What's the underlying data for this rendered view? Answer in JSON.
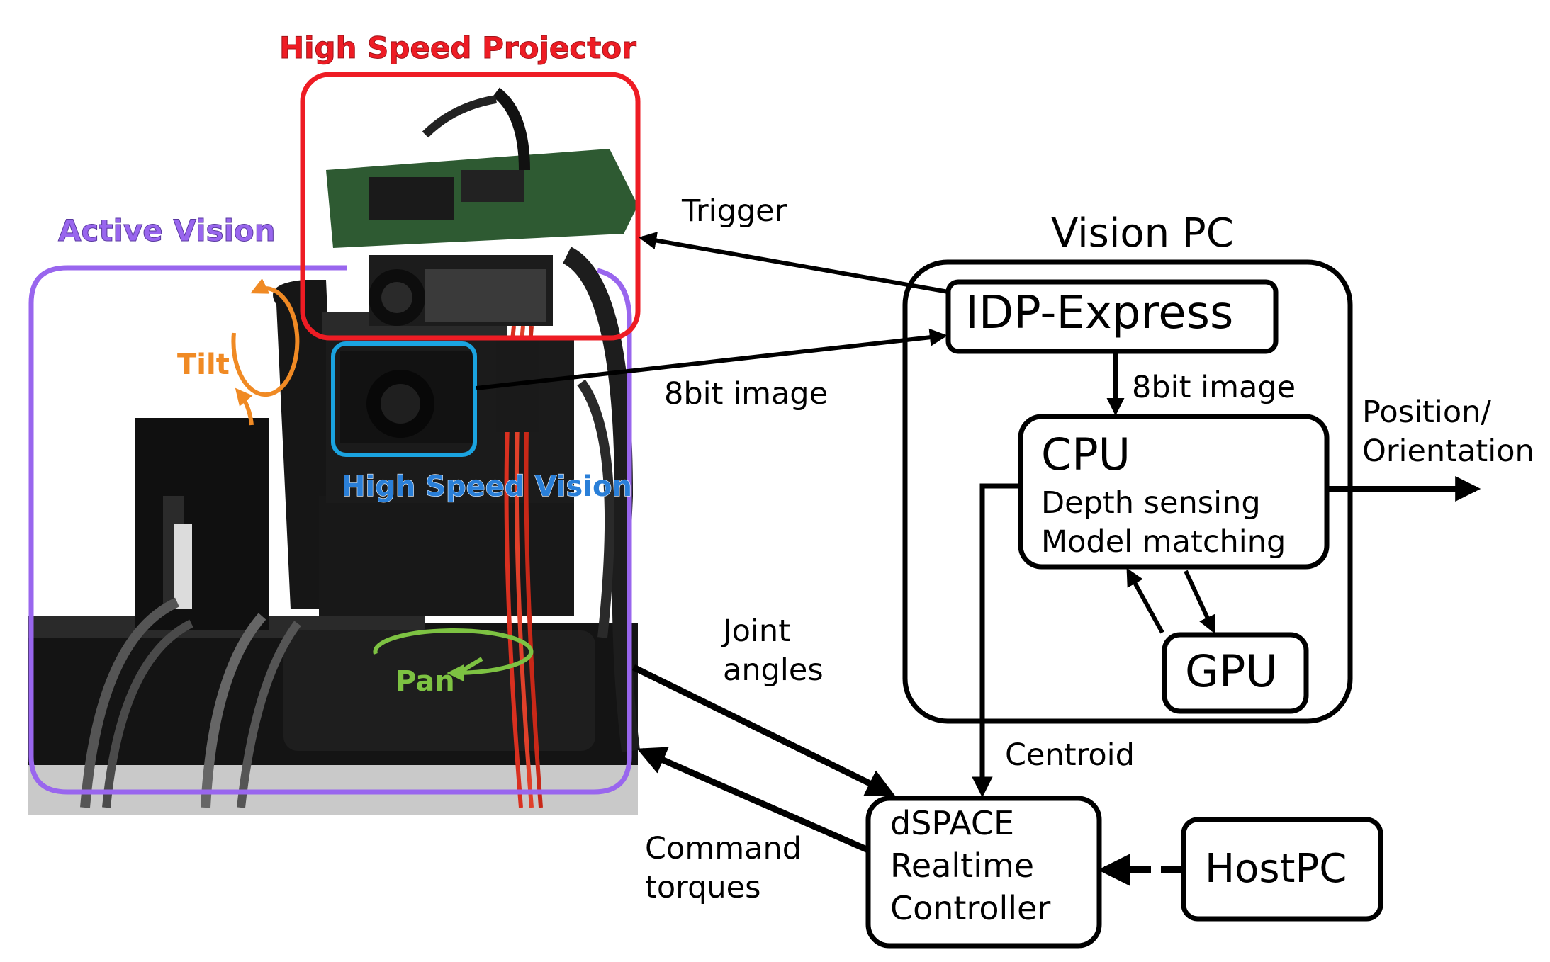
{
  "photo_labels": {
    "projector": "High Speed Projector",
    "active_vision": "Active Vision",
    "tilt": "Tilt",
    "high_speed_vision": "High Speed Vision",
    "pan": "Pan"
  },
  "blocks": {
    "vision_pc": "Vision PC",
    "idp_express": "IDP-Express",
    "cpu": "CPU",
    "cpu_line1": "Depth sensing",
    "cpu_line2": "Model matching",
    "gpu": "GPU",
    "dspace_line1": "dSPACE",
    "dspace_line2": "Realtime",
    "dspace_line3": "Controller",
    "hostpc": "HostPC"
  },
  "signals": {
    "trigger": "Trigger",
    "image_in": "8bit image",
    "image_internal": "8bit image",
    "position_1": "Position/",
    "position_2": "Orientation",
    "joint_1": "Joint",
    "joint_2": "angles",
    "centroid": "Centroid",
    "command_1": "Command",
    "command_2": "torques"
  },
  "colors": {
    "projector": "#ee1c24",
    "active_vision": "#9966ee",
    "tilt": "#f08a24",
    "high_speed_vision": "#1aa3e0",
    "pan": "#7dc242"
  }
}
